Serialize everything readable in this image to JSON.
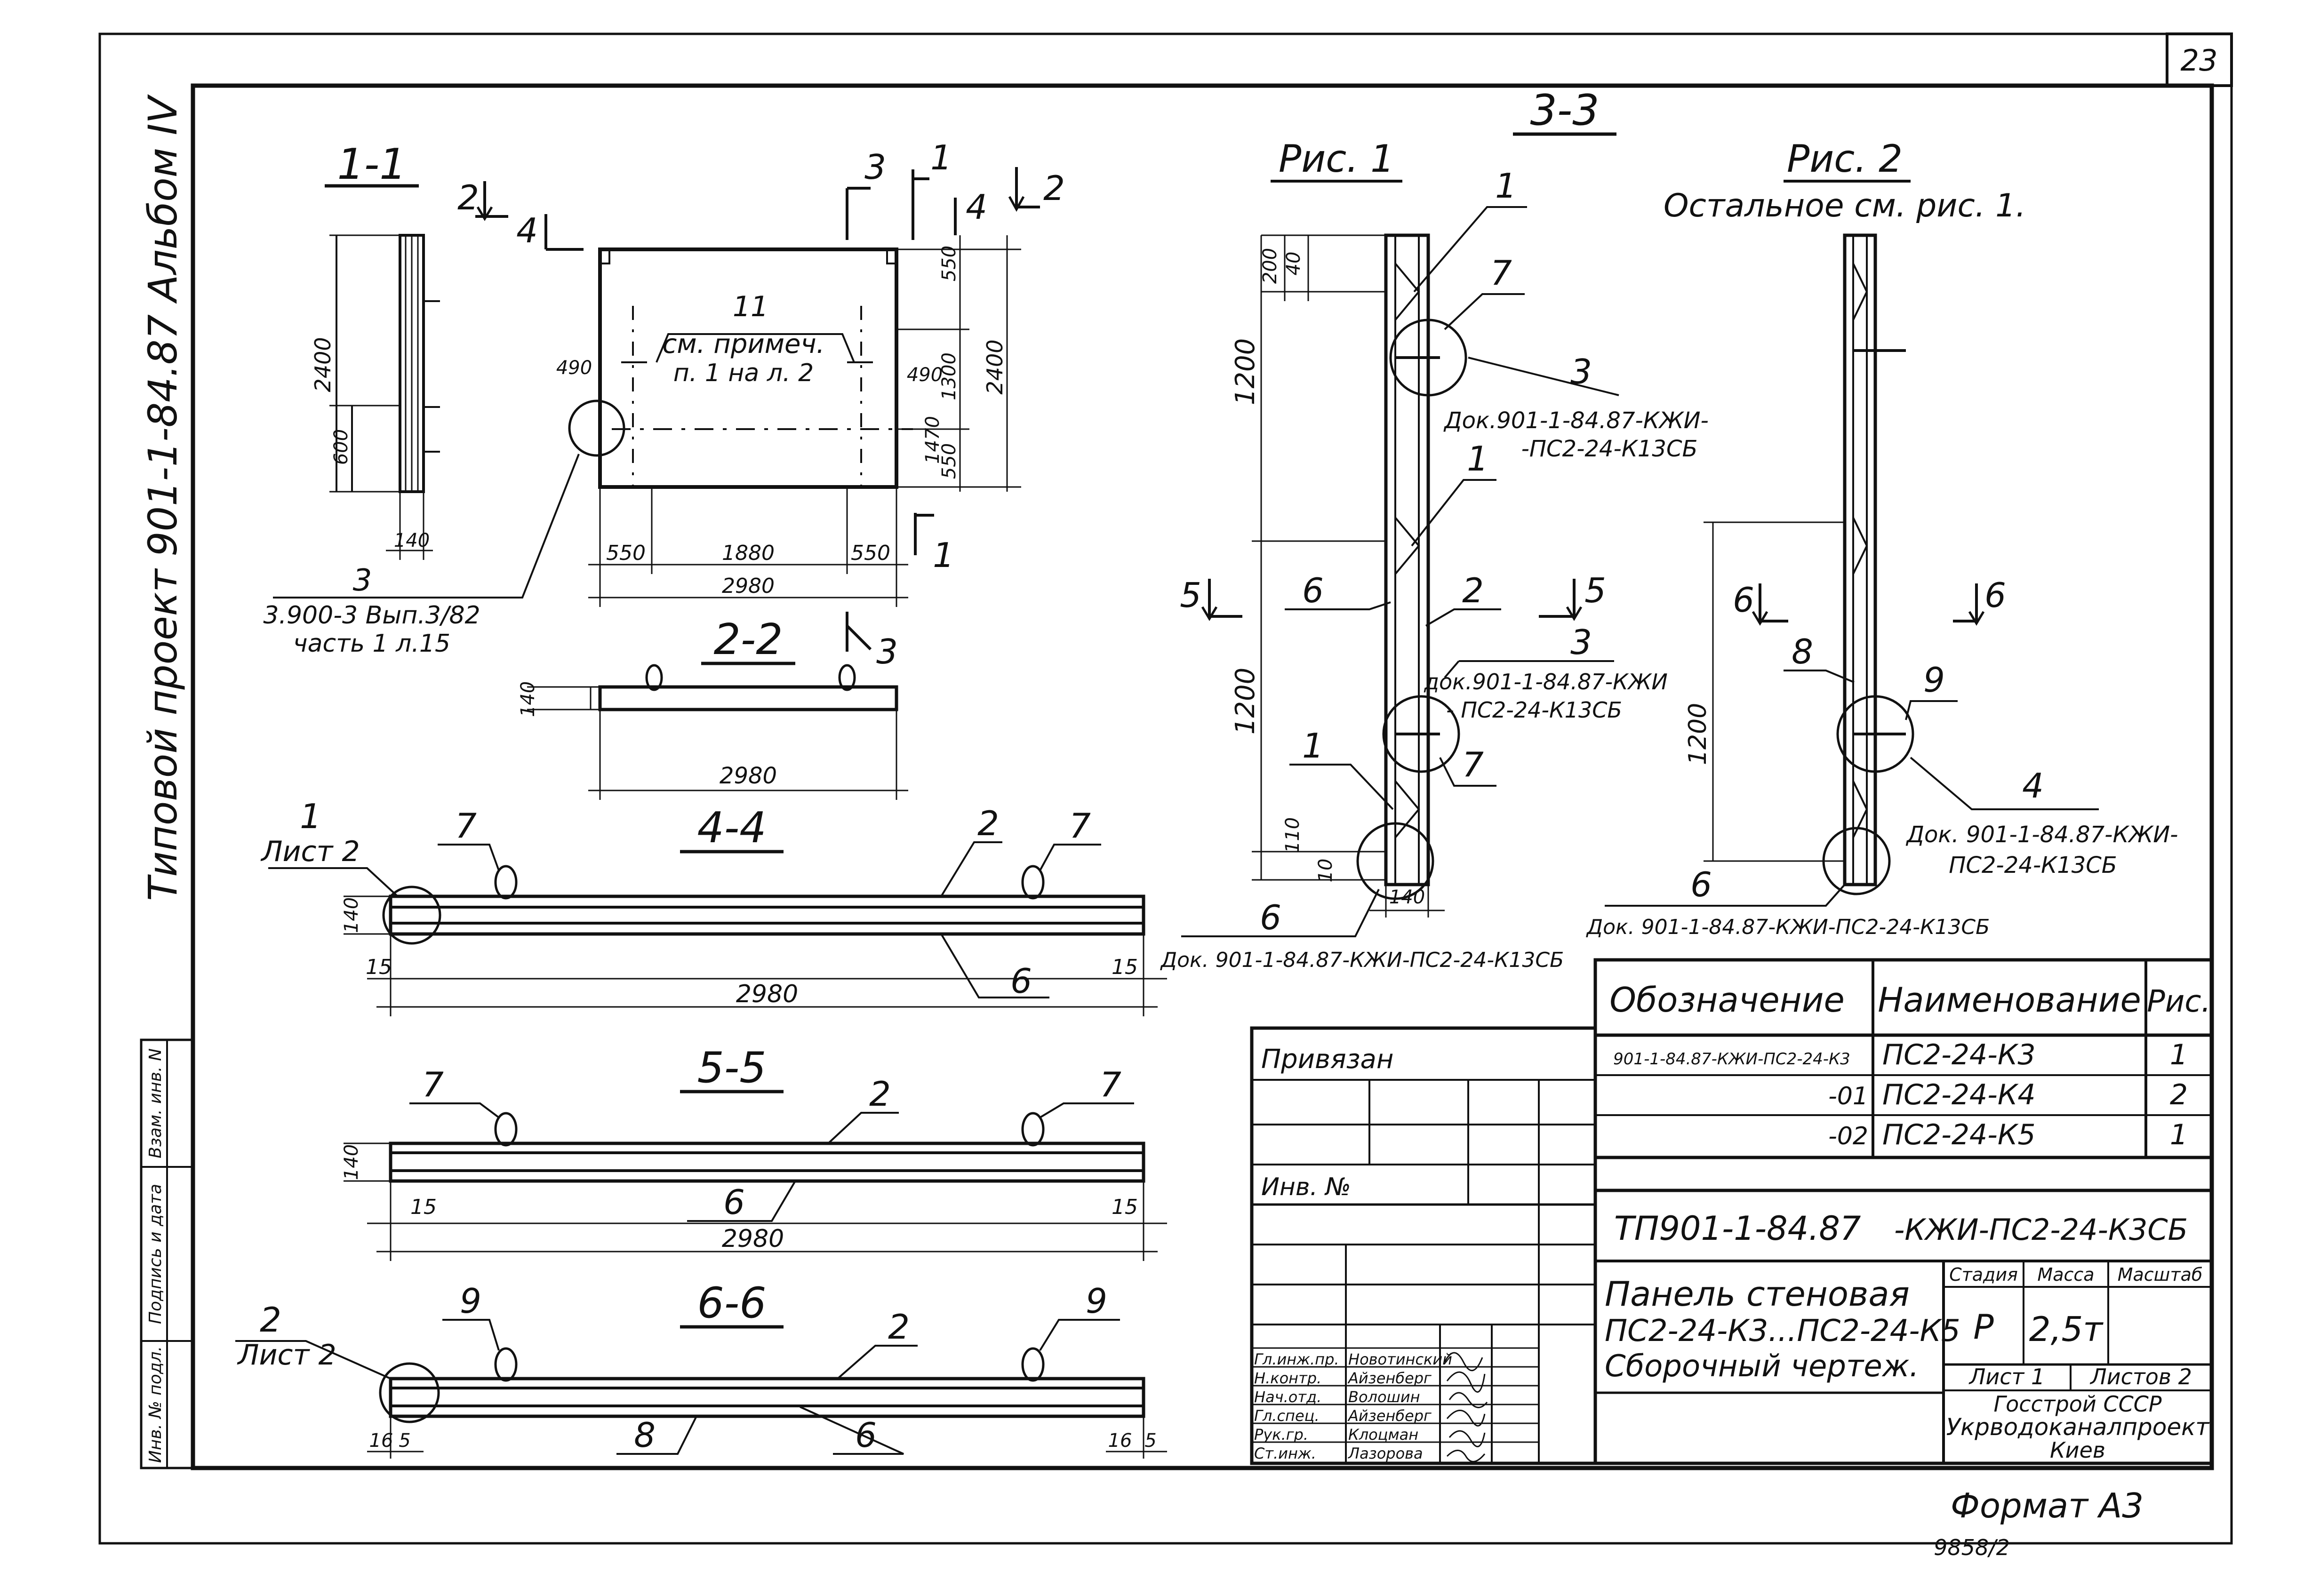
{
  "sheet": {
    "number": "23",
    "side_label": "Типовой проект 901-1-84.87 Альбом IV",
    "colors": {
      "ink": "#111111",
      "paper": "#ffffff"
    }
  },
  "sec11": {
    "title": "1-1",
    "dims": [
      "2400",
      "600",
      "140",
      "490",
      "490",
      "1470",
      "550",
      "1300",
      "550",
      "2400",
      "550",
      "1880",
      "550",
      "2980"
    ],
    "marks": [
      "2",
      "4",
      "3",
      "1",
      "4",
      "2",
      "1",
      "11"
    ],
    "note": [
      "см. примеч.",
      "п. 1 на л. 2"
    ],
    "ref_num": "3",
    "ref": [
      "3.900-3 Вып.3/82",
      "часть 1 л.15"
    ]
  },
  "sec22": {
    "title": "2-2",
    "dims": [
      "140",
      "2980"
    ],
    "marks": [
      "3"
    ]
  },
  "sec44": {
    "title": "4-4",
    "sheet_ref": [
      "1",
      "Лист 2"
    ],
    "marks": [
      "7",
      "2",
      "7",
      "6"
    ],
    "dims": [
      "140",
      "15",
      "15",
      "2980"
    ]
  },
  "sec55": {
    "title": "5-5",
    "marks": [
      "7",
      "2",
      "7",
      "6"
    ],
    "dims": [
      "140",
      "15",
      "15",
      "2980"
    ]
  },
  "sec66": {
    "title": "6-6",
    "sheet_ref": [
      "2",
      "Лист 2"
    ],
    "marks": [
      "9",
      "2",
      "9",
      "8",
      "6"
    ],
    "dims": [
      "16",
      "5",
      "16",
      "5"
    ]
  },
  "sec33": {
    "title": "3-3",
    "fig1": "Рис. 1",
    "fig2": "Рис. 2",
    "fig2_note": "Остальное см. рис. 1.",
    "dims1": [
      "200",
      "40",
      "1200",
      "1200",
      "110",
      "10",
      "140"
    ],
    "dims2": [
      "1200"
    ],
    "marks1": [
      "1",
      "7",
      "3",
      "1",
      "5",
      "6",
      "2",
      "5",
      "3",
      "1",
      "7",
      "6"
    ],
    "marks2": [
      "6",
      "6",
      "8",
      "9",
      "4",
      "6"
    ],
    "doc1": [
      "Док.901-1-84.87-КЖИ-",
      "-ПС2-24-К13СБ"
    ],
    "doc2": [
      "док.901-1-84.87-КЖИ",
      "- ПС2-24-К13СБ"
    ],
    "doc3": "Док. 901-1-84.87-КЖИ-ПС2-24-К13СБ",
    "doc4": [
      "Док. 901-1-84.87-КЖИ-",
      "ПС2-24-К13СБ"
    ],
    "doc5": "Док. 901-1-84.87-КЖИ-ПС2-24-К13СБ"
  },
  "spec": {
    "headers": [
      "Обозначение",
      "Наименование",
      "Рис."
    ],
    "rows": [
      [
        "901-1-84.87-КЖИ-ПС2-24-К3",
        "ПС2-24-К3",
        "1"
      ],
      [
        "-01",
        "ПС2-24-К4",
        "2"
      ],
      [
        "-02",
        "ПС2-24-К5",
        "1"
      ]
    ]
  },
  "binding": {
    "label": "Привязан",
    "inv_label": "Инв. №"
  },
  "stamp": {
    "code": "ТП901-1-84.87",
    "code2": "-КЖИ-ПС2-24-К3СБ",
    "title": [
      "Панель стеновая",
      "ПС2-24-К3...ПС2-24-К5",
      "Сборочный чертеж."
    ],
    "stage_label": "Стадия",
    "stage": "Р",
    "mass_label": "Масса",
    "mass": "2,5т",
    "scale_label": "Масштаб",
    "sheet_label": "Лист 1",
    "sheets_label": "Листов 2",
    "org": [
      "Госстрой СССР",
      "Укрводоканалпроект",
      "Киев"
    ],
    "staff": [
      [
        "Гл.инж.пр.",
        "Новотинский"
      ],
      [
        "Н.контр.",
        "Айзенберг"
      ],
      [
        "Нач.отд.",
        "Волошин"
      ],
      [
        "Гл.спец.",
        "Айзенберг"
      ],
      [
        "Рук.гр.",
        "Клоцман"
      ],
      [
        "Ст.инж.",
        "Лазорова"
      ]
    ]
  },
  "margin": [
    "Инв. № подл.",
    "Подпись и дата",
    "Взам. инв. N"
  ],
  "footer": {
    "format": "Формат А3",
    "order": "9858/2"
  }
}
